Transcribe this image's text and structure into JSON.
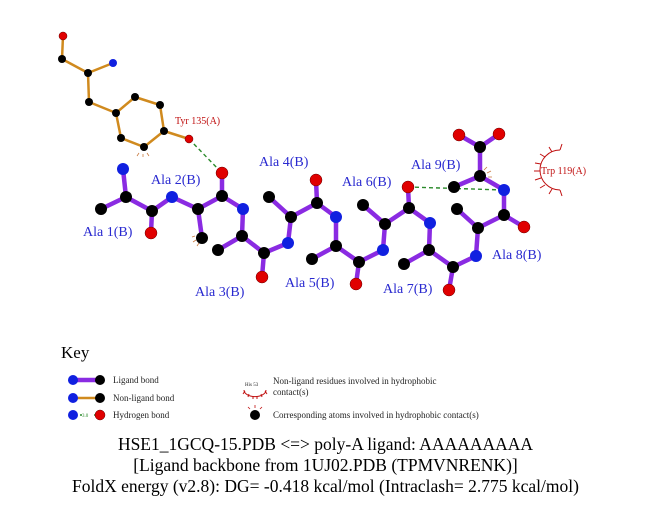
{
  "residues": {
    "ligand": [
      "Ala 1(B)",
      "Ala 2(B)",
      "Ala 3(B)",
      "Ala 4(B)",
      "Ala 5(B)",
      "Ala 6(B)",
      "Ala 7(B)",
      "Ala 8(B)",
      "Ala 9(B)"
    ],
    "tyr": "Tyr 135(A)",
    "trp": "Trp 119(A)"
  },
  "key": {
    "title": "Key",
    "ligand_bond": "Ligand bond",
    "non_ligand_bond": "Non-ligand bond",
    "hydrogen_bond": "Hydrogen bond",
    "hbond_distance": "3.0",
    "example_residue": "His 53",
    "hydrophobic_residues": "Non-ligand residues involved in hydrophobic contact(s)",
    "hydrophobic_atoms": "Corresponding atoms involved in hydrophobic contact(s)"
  },
  "footer": {
    "line1": "HSE1_1GCQ-15.PDB <=> poly-A ligand: AAAAAAAAA",
    "line2": "[Ligand backbone from 1UJ02.PDB (TPMVNRENK)]",
    "line3": "FoldX energy (v2.8): DG= -0.418 kcal/mol (Intraclash= 2.775 kcal/mol)"
  },
  "colors": {
    "ligand_bond": "#8a2be2",
    "non_ligand_bond": "#d08a1e",
    "hbond": "#2a8a2a",
    "carbon": "#000000",
    "nitrogen": "#1020e0",
    "oxygen": "#e00000",
    "hydrophobic": "#c01010"
  }
}
